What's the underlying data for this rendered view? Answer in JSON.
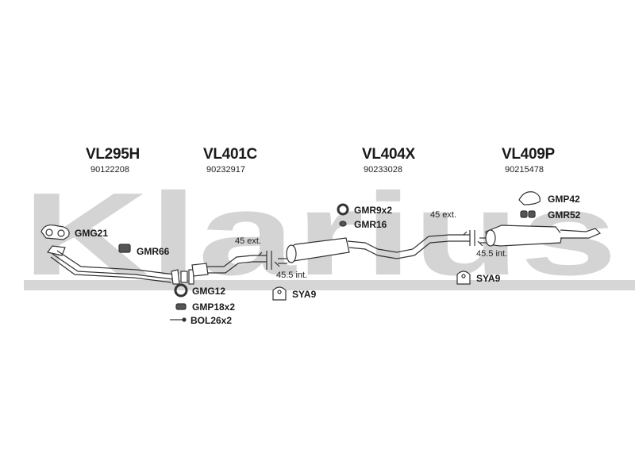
{
  "watermark": {
    "text": "Klarius",
    "color": "#cfcfcf"
  },
  "sections": [
    {
      "code": "VL295H",
      "number": "90122208"
    },
    {
      "code": "VL401C",
      "number": "90232917"
    },
    {
      "code": "VL404X",
      "number": "90233028"
    },
    {
      "code": "VL409P",
      "number": "90215478"
    }
  ],
  "parts": {
    "gmg21": "GMG21",
    "gmr66": "GMR66",
    "gmg12": "GMG12",
    "gmp18x2": "GMP18x2",
    "bol26x2": "BOL26x2",
    "sya9_left": "SYA9",
    "gmr9x2": "GMR9x2",
    "gmr16": "GMR16",
    "sya9_right": "SYA9",
    "gmp42": "GMP42",
    "gmr52": "GMR52"
  },
  "annotations": {
    "ext_left": "45 ext.",
    "int_left": "45.5 int.",
    "ext_right": "45 ext.",
    "int_right": "45.5 int."
  }
}
